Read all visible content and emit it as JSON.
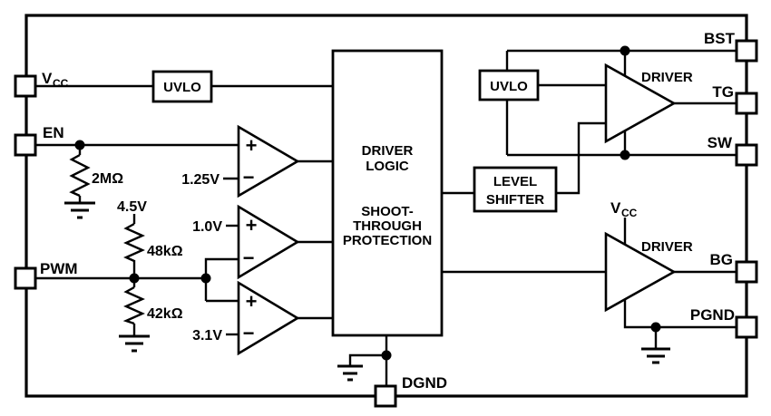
{
  "colors": {
    "line": "#000000",
    "bg": "#ffffff"
  },
  "pins": {
    "vcc": {
      "base": "V",
      "sub": "CC"
    },
    "en": {
      "label": "EN"
    },
    "pwm": {
      "label": "PWM"
    },
    "bst": {
      "label": "BST"
    },
    "tg": {
      "label": "TG"
    },
    "sw": {
      "label": "SW"
    },
    "bg": {
      "label": "BG"
    },
    "pgnd": {
      "label": "PGND"
    },
    "dgnd": {
      "label": "DGND"
    }
  },
  "blocks": {
    "uvlo_left": {
      "label": "UVLO"
    },
    "uvlo_high_side": {
      "label": "UVLO"
    },
    "driver_logic": {
      "lines": [
        "DRIVER",
        "LOGIC",
        "SHOOT-",
        "THROUGH",
        "PROTECTION"
      ]
    },
    "level_shifter": {
      "lines": [
        "LEVEL",
        "SHIFTER"
      ]
    },
    "driver_high_side": {
      "label": "DRIVER"
    },
    "driver_low_side": {
      "label": "DRIVER"
    }
  },
  "comparators": {
    "plus": "+",
    "minus": "−",
    "en_threshold": "1.25V",
    "pwm_low_threshold": "1.0V",
    "pwm_high_threshold": "3.1V"
  },
  "components": {
    "en_pulldown": "2MΩ",
    "divider_supply": "4.5V",
    "divider_top": "48kΩ",
    "divider_bottom": "42kΩ",
    "internal_vcc": {
      "base": "V",
      "sub": "CC"
    }
  }
}
